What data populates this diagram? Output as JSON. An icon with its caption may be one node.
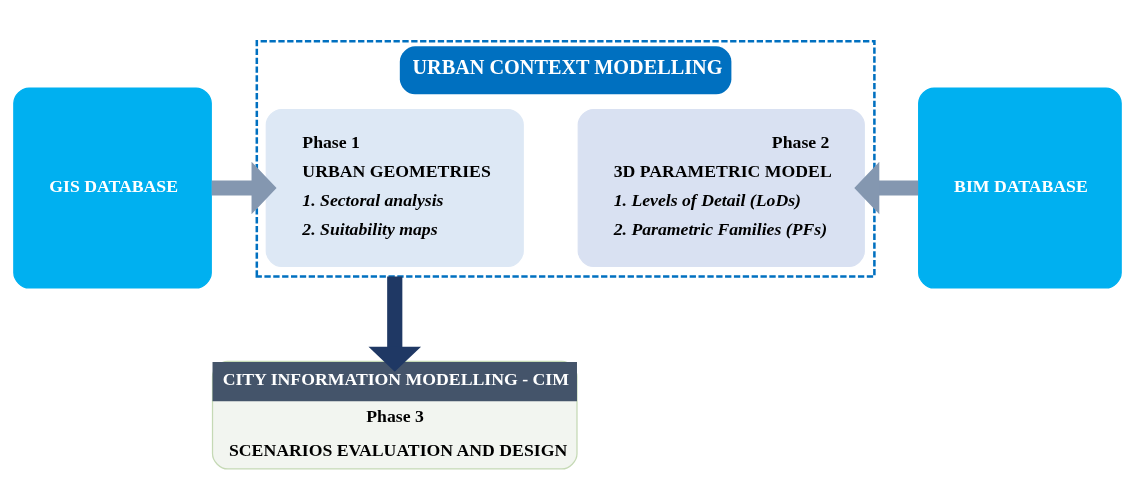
{
  "diagram": {
    "nodes": [
      {
        "text": [
          "URBAN CONTEXT MODELLING"
        ]
      },
      {
        "text": [
          "Phase 1",
          "URBAN GEOMETRIES",
          "1. Sectoral analysis",
          "2. Suitability maps"
        ],
        "in": 0
      },
      {
        "text": [
          "Phase 2",
          "3D PARAMETRIC MODEL",
          "1. Levels of Detail (LoDs)",
          "2. Parametric Families (PFs)"
        ],
        "in": 0
      },
      {
        "text": [
          "GIS DATABASE"
        ]
      },
      {
        "text": [
          "BIM DATABASE"
        ]
      },
      {
        "text": [
          "CITY INFORMATION MODELLING - CIM",
          "Phase 3",
          "SCENARIOS EVALUATION AND DESIGN"
        ]
      }
    ],
    "edges": [
      {
        "from": 3,
        "to": 1,
        "arrow": "to"
      },
      {
        "from": 4,
        "to": 2,
        "arrow": "to"
      },
      {
        "from": 0,
        "to": 5,
        "arrow": "to",
        "color": "#1f3864"
      }
    ]
  }
}
